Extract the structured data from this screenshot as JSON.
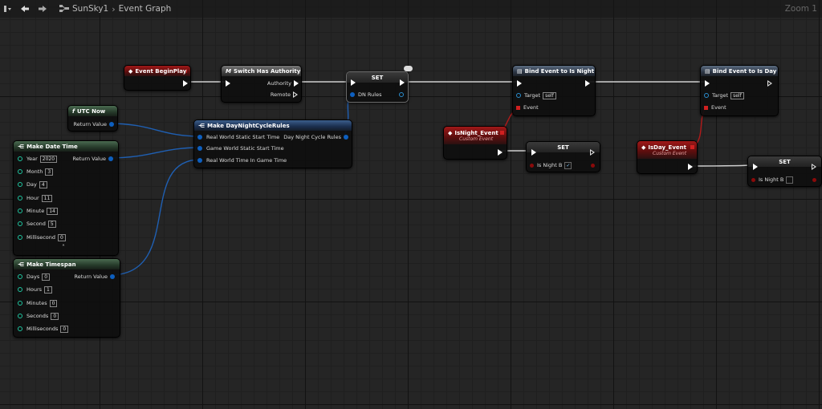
{
  "toolbar": {
    "back_icon": "arrow-left-icon",
    "forward_icon": "arrow-right-icon",
    "breadcrumb_root": "SunSky1",
    "breadcrumb_sep": "›",
    "breadcrumb_page": "Event Graph",
    "zoom": "Zoom 1"
  },
  "colors": {
    "exec": "#ffffff",
    "struct": "#0d5fbf",
    "bool": "#8a0a0a",
    "int": "#1ec6a0",
    "event_header": "#a01818"
  },
  "nodes": {
    "begin_play": {
      "title": "Event BeginPlay"
    },
    "switch_auth": {
      "title": "Switch Has Authority",
      "authority": "Authority",
      "remote": "Remote"
    },
    "set_dn": {
      "title": "SET",
      "dn_rules": "DN Rules"
    },
    "bind_night": {
      "title": "Bind Event to Is Night",
      "target": "Target",
      "target_val": "self",
      "event": "Event"
    },
    "bind_day": {
      "title": "Bind Event to Is Day",
      "target": "Target",
      "target_val": "self",
      "event": "Event"
    },
    "utc_now": {
      "title": "UTC Now",
      "return_value": "Return Value"
    },
    "make_dn": {
      "title": "Make DayNightCycleRules",
      "real_start": "Real World Static Start Time",
      "game_start": "Game World Static Start Time",
      "real_game": "Real World Time In Game Time",
      "out": "Day Night Cycle Rules"
    },
    "make_date": {
      "title": "Make Date Time",
      "return_value": "Return Value",
      "fields": [
        {
          "label": "Year",
          "value": "2020"
        },
        {
          "label": "Month",
          "value": "3"
        },
        {
          "label": "Day",
          "value": "4"
        },
        {
          "label": "Hour",
          "value": "11"
        },
        {
          "label": "Minute",
          "value": "14"
        },
        {
          "label": "Second",
          "value": "5"
        },
        {
          "label": "Millisecond",
          "value": "0"
        }
      ]
    },
    "make_span": {
      "title": "Make Timespan",
      "return_value": "Return Value",
      "fields": [
        {
          "label": "Days",
          "value": "0"
        },
        {
          "label": "Hours",
          "value": "1"
        },
        {
          "label": "Minutes",
          "value": "0"
        },
        {
          "label": "Seconds",
          "value": "0"
        },
        {
          "label": "Milliseconds",
          "value": "0"
        }
      ]
    },
    "is_night_event": {
      "title": "IsNight_Event",
      "subtitle": "Custom Event"
    },
    "set_night": {
      "title": "SET",
      "is_night": "Is Night B",
      "checked": true
    },
    "is_day_event": {
      "title": "IsDay_Event",
      "subtitle": "Custom Event"
    },
    "set_day": {
      "title": "SET",
      "is_night": "Is Night B",
      "checked": false
    }
  }
}
